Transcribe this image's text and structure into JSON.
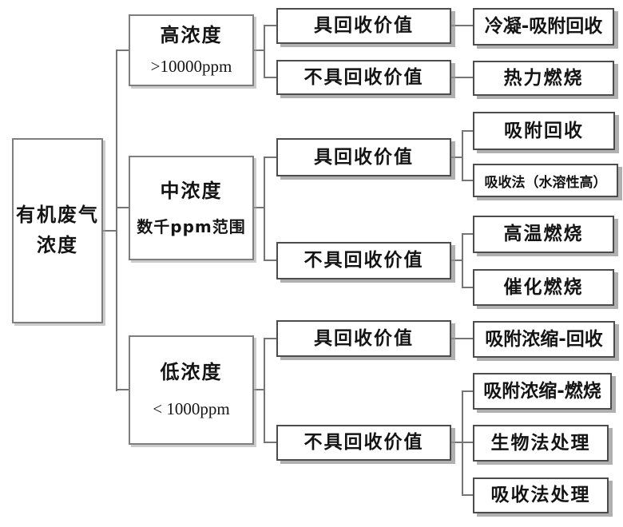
{
  "tree": {
    "root": {
      "line1": "有机废气",
      "line2": "浓度"
    },
    "branches": [
      {
        "name": "高浓度",
        "range": ">10000ppm",
        "recoverable": {
          "label": "具回收价值",
          "methods": [
            "冷凝-吸附回收"
          ]
        },
        "non_recoverable": {
          "label": "不具回收价值",
          "methods": [
            "热力燃烧"
          ]
        }
      },
      {
        "name": "中浓度",
        "range": "数千ppm范围",
        "recoverable": {
          "label": "具回收价值",
          "methods": [
            "吸附回收",
            "吸收法（水溶性高）"
          ]
        },
        "non_recoverable": {
          "label": "不具回收价值",
          "methods": [
            "高温燃烧",
            "催化燃烧"
          ]
        }
      },
      {
        "name": "低浓度",
        "range": "< 1000ppm",
        "recoverable": {
          "label": "具回收价值",
          "methods": [
            "吸附浓缩-回收"
          ]
        },
        "non_recoverable": {
          "label": "不具回收价值",
          "methods": [
            "吸附浓缩-燃烧",
            "生物法处理",
            "吸收法处理"
          ]
        }
      }
    ]
  },
  "colors": {
    "background": "#ffffff",
    "box_border_light": "#7e7e7e",
    "box_border_dark": "#4c4c4c",
    "connector": "#757575",
    "text": "#141414"
  }
}
